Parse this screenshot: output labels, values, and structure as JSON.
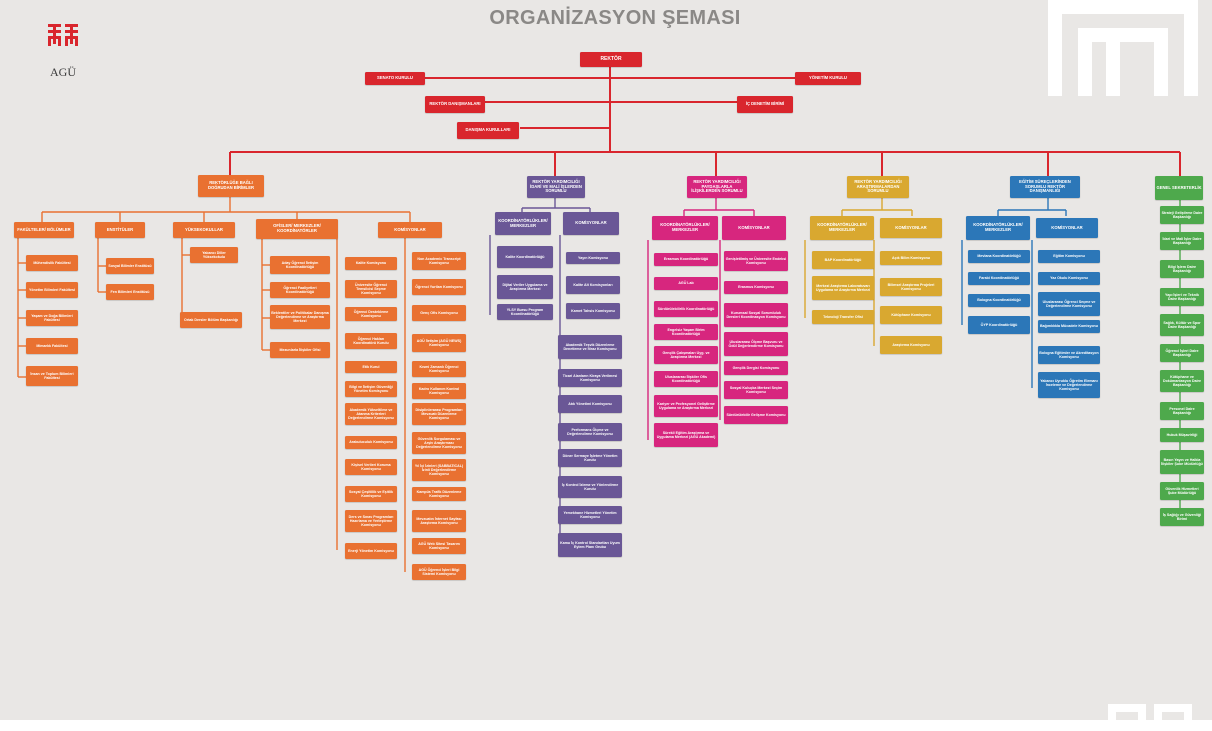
{
  "title": "ORGANİZASYON ŞEMASI",
  "logo": "AGÜ",
  "colors": {
    "red": "#d9262d",
    "orange": "#e97131",
    "purple": "#6a5796",
    "magenta": "#d7267e",
    "gold": "#d9a830",
    "blue": "#2c77b8",
    "green": "#4ea94c",
    "line": "#d9262d"
  },
  "top": {
    "rektor": "REKTÖR",
    "senato": "SENATO KURULU",
    "yonetim": "YÖNETİM KURULU",
    "danismanlari": "REKTÖR DANIŞMANLARI",
    "ic_denetim": "İÇ DENETİM BİRİMİ",
    "danisma": "DANIŞMA KURULLARI"
  },
  "branches": {
    "rektorluk": "REKTÖRLÜĞE BAĞLI DOĞRUDAN BİRİMLER",
    "idari": "REKTÖR YARDIMCILIĞI İDARİ VE MALİ İŞLERDEN SORUMLU",
    "paydas": "REKTÖR YARDIMCILIĞI PAYDAŞLARLA İLİŞKİLERDEN SORUMLU",
    "arastirma": "REKTÖR YARDIMCILIĞI ARAŞTIRMALARDAN SORUMLU",
    "egitim": "EĞİTİM SÜREÇLERİNDEN SORUMLU REKTÖR DANIŞMANLIĞI",
    "genel": "GENEL SEKRETERLİK"
  },
  "orange": {
    "heads": [
      "FAKÜLTELER/ BÖLÜMLER",
      "ENSTİTÜLER",
      "YÜKSEKOKULLAR",
      "OFİSLER/ MERKEZLER/ KOORDİNATÖRLER",
      "KOMİSYONLAR"
    ],
    "fakulteler": [
      "Mühendislik Fakültesi",
      "Yönetim Bilimleri Fakültesi",
      "Yaşam ve Doğa Bilimleri Fakültesi",
      "Mimarlık Fakültesi",
      "İnsan ve Toplum Bilimleri Fakültesi"
    ],
    "enstituler": [
      "Sosyal Bilimler Enstitüsü",
      "Fen Bilimleri Enstitüsü"
    ],
    "yuksekokullar": [
      "Yabancı Diller Yüksekokulu",
      "Ortak Dersler Bölüm Başkanlığı"
    ],
    "ofisler": [
      "Aday Öğrenci İletişim Koordinatörlüğü",
      "Öğrenci Faaliyetleri Koordinatörlüğü",
      "Beklentiler ve Politikalar Danışma Değerlendirme ve Araştırma Merkezi",
      "Mezunlarla İlişkiler Ofisi"
    ],
    "komisyon_a": [
      "Kalite Komisyonu",
      "Üniversite Öğrenci Temsilcisi Seçme Komisyonu",
      "Öğrenci Destekleme Komisyonu",
      "Öğrenci Hakları Koordinatörü Kurulu",
      "Etik Kurul",
      "Bilgi ve İletişim Güvenliği Yönetim Komisyonu",
      "Akademik Yükseltilme ve Atanma Kriterleri Değerlendirme Komisyonu",
      "Arabuluculuk Komisyonu",
      "Kişisel Verileri Koruma Komisyonu",
      "Sosyal Çeşitlilik ve Eşitlik Komisyonu",
      "Ders ve Sınav Programları Hazırlama ve Yerleştirme Komisyonu",
      "Enerji Yönetim Komisyonu"
    ],
    "komisyon_b": [
      "Non Academic Transcript Komisyonu",
      "Öğrenci Yurtları Komisyonu",
      "Genç Ofis Komisyonu",
      "AGÜ İletişim (AGÜ NEWS) Komisyonu",
      "Kısmi Zamanlı Öğrenci Komisyonu",
      "Kadro Kullanım Kontrol Komisyonu",
      "Disiplinlerarası Programları Mevzuatı Düzenleme Komisyonu",
      "Güvenlik Sorgulaması ve Arşiv Araştırması Değerlendirme Komisyonu",
      "Yıl İçi İzinleri (SABBATICAL) İzinli Değerlendirme Komisyonu",
      "Kampüs Trafik Düzenleme Komisyonu",
      "Mevzuatın İnternet Sayfası Araştırma Komisyonu",
      "AGÜ Web Sitesi Tasarım Komisyonu",
      "AGÜ Öğrenci İşleri Bilgi Sistemi Komisyonu"
    ]
  },
  "purple": {
    "heads": [
      "KOORDİNATÖRLÜKLER/ MERKEZLER",
      "KOMİSYONLAR"
    ],
    "koord": [
      "Kalite Koordinatörlüğü",
      "Dijital Veriler Uygulama ve Araştırma Merkezi",
      "YLSY Bursu Program Koordinatörlüğü"
    ],
    "komisyon": [
      "Yayın Komisyonu",
      "Kalite Alt Komisyonları",
      "Kamet Tahsis Komisyonu",
      "Akademik Teşvik Düzenleme Denetleme ve İtiraz Komisyonu",
      "Ticari Alanların Kiraya Verilmesi Komisyonu",
      "Atık Yönetimi Komisyonu",
      "Performans Ölçme ve Değerlendirme Komisyonu",
      "Döner Sermaye İşletme Yönetim Kurulu",
      "İç Kontrol İzleme ve Yönlendirme Kurulu",
      "Yemekhane Hizmetleri Yönetim Komisyonu",
      "Kamu İç Kontrol Standartları Uyum Eylem Planı Grubu"
    ]
  },
  "magenta": {
    "heads": [
      "KOORDİNATÖRLÜKLER/ MERKEZLER",
      "KOMİSYONLAR"
    ],
    "koord": [
      "Erasmus Koordinatörlüğü",
      "AGÜ Lab",
      "Sürdürülebilirlik Koordinatörlüğü",
      "Engelsiz Yaşam Birim Koordinatörlüğü",
      "Gençlik Çalışmaları Uyg. ve Araştırma Merkezi",
      "Uluslararası İlişkiler Ofis Koordinatörlüğü",
      "Kariyer ve Profesyonel Geliştirme Uygulama ve Araştırma Merkezi",
      "Sürekli Eğitim Araştırma ve Uygulama Merkezi (AGÜ Akademi)"
    ],
    "komisyon": [
      "Genişletilmiş ve Üniversite Endeksi Komisyonu",
      "Erasmus Komisyonu",
      "Kurumsal Sosyal Sorumluluk Dersleri Koordinasyon Komisyonu",
      "Uluslararası Ölçme Başvuru ve Ödül Değerlendirme Komisyonu",
      "Gençlik Dergisi Komisyonu",
      "Sosyal Kuluçka Merkezi Seçim Komisyonu",
      "Sürdürülebilir Gelişme Komisyonu"
    ]
  },
  "gold": {
    "heads": [
      "KOORDİNATÖRLÜKLER/ MERKEZLER",
      "KOMİSYONLAR"
    ],
    "koord": [
      "BAP Koordinatörlüğü",
      "Merkezi Araştırma Laboratuvarı Uygulama ve Araştırma Merkezi",
      "Teknoloji Transfer Ofisi"
    ],
    "komisyon": [
      "Açık Bilim Komisyonu",
      "Bilimsel Araştırma Projeleri Komisyonu",
      "Kütüphane Komisyonu",
      "Araştırma Komisyonu"
    ]
  },
  "blue": {
    "heads": [
      "KOORDİNATÖRLÜKLER/ MERKEZLER",
      "KOMİSYONLAR"
    ],
    "koord": [
      "Mevlana Koordinatörlüğü",
      "Farabi Koordinatörlüğü",
      "Bologna Koordinatörlüğü",
      "ÖYP Koordinatörlüğü"
    ],
    "komisyon": [
      "Eğitim Komisyonu",
      "Yaz Okulu Komisyonu",
      "Uluslararası Öğrenci Seçme ve Değerlendirme Komisyonu",
      "Bağımlılıkla Mücadele Komisyonu",
      "Bologna Eğitimler ve Akreditasyon Komisyonu",
      "Yabancı Uyruklu Öğretim Elemanı İnceleme ve Değerlendirme Komisyonu"
    ]
  },
  "green": {
    "items": [
      "Strateji Geliştirme Daire Başkanlığı",
      "İdari ve Mali İşler Daire Başkanlığı",
      "Bilgi İşlem Daire Başkanlığı",
      "Yapı İşleri ve Teknik Daire Başkanlığı",
      "Sağlık, Kültür ve Spor Daire Başkanlığı",
      "Öğrenci İşleri Daire Başkanlığı",
      "Kütüphane ve Dokümantasyon Daire Başkanlığı",
      "Personel Daire Başkanlığı",
      "Hukuk Müşavirliği",
      "Basın Yayın ve Halkla İlişkiler Şube Müdürlüğü",
      "Güvenlik Hizmetleri Şube Müdürlüğü",
      "İş Sağlığı ve Güvenliği Birimi"
    ]
  }
}
